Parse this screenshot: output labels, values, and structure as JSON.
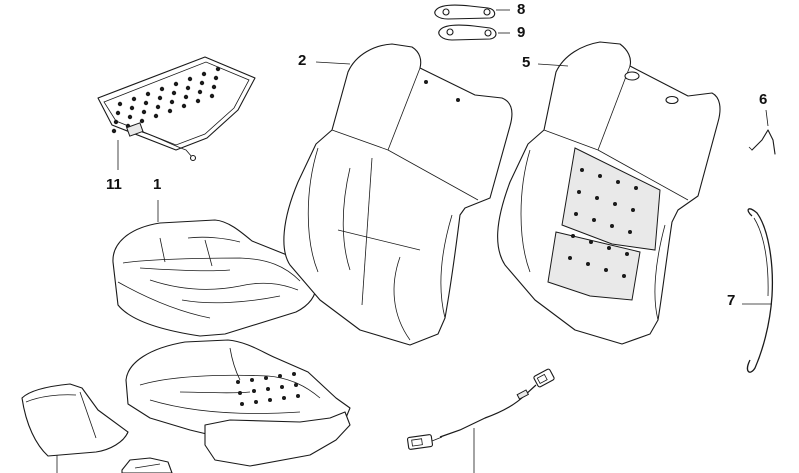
{
  "callouts": {
    "c1": "1",
    "c2": "2",
    "c5": "5",
    "c6": "6",
    "c7": "7",
    "c8": "8",
    "c9": "9",
    "c11": "11"
  },
  "colors": {
    "line": "#1a1a1a",
    "background": "#ffffff",
    "shade": "#e9e9e9"
  }
}
